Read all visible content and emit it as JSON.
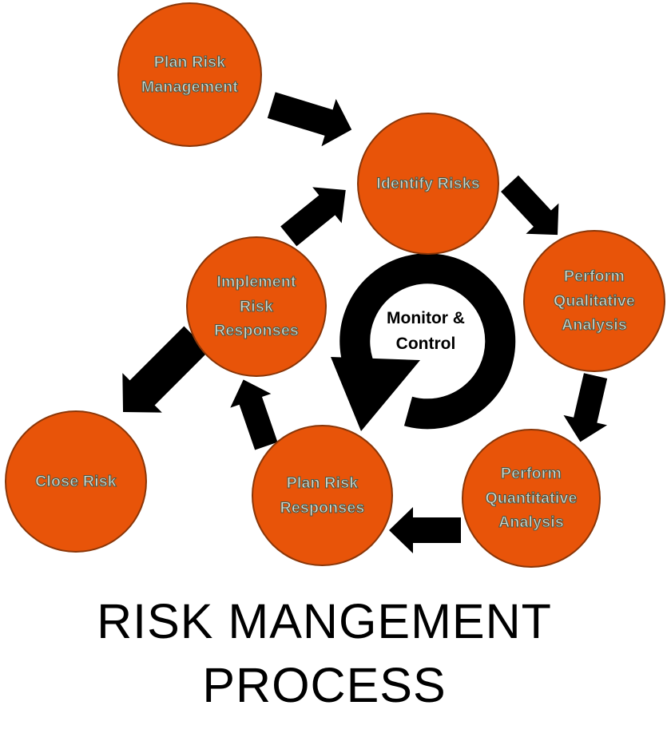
{
  "diagram": {
    "title_line1": "RISK MANGEMENT",
    "title_line2": "PROCESS",
    "center_label": "Monitor &\nControl",
    "colors": {
      "node_fill": "#E85409",
      "node_border": "#3C1E08",
      "arrow_black": "#000000",
      "node_text": "#D4D8CB",
      "title_text": "#000000",
      "background": "#FFFFFF"
    },
    "nodes": [
      {
        "id": "plan-risk-management",
        "label": "Plan Risk\nManagement"
      },
      {
        "id": "identify-risks",
        "label": "Identify Risks"
      },
      {
        "id": "perform-qualitative-analysis",
        "label": "Perform\nQualitative\nAnalysis"
      },
      {
        "id": "perform-quantitative-analysis",
        "label": "Perform\nQuantitative\nAnalysis"
      },
      {
        "id": "plan-risk-responses",
        "label": "Plan Risk\nResponses"
      },
      {
        "id": "implement-risk-responses",
        "label": "Implement\nRisk\nResponses"
      },
      {
        "id": "close-risk",
        "label": "Close Risk"
      }
    ],
    "arrows": [
      {
        "id": "arrow-plan-management-to-identify",
        "from": "plan-risk-management",
        "to": "identify-risks"
      },
      {
        "id": "arrow-identify-to-qualitative",
        "from": "identify-risks",
        "to": "perform-qualitative-analysis"
      },
      {
        "id": "arrow-qualitative-to-quantitative",
        "from": "perform-qualitative-analysis",
        "to": "perform-quantitative-analysis"
      },
      {
        "id": "arrow-quantitative-to-plan-responses",
        "from": "perform-quantitative-analysis",
        "to": "plan-risk-responses"
      },
      {
        "id": "arrow-plan-responses-to-implement",
        "from": "plan-risk-responses",
        "to": "implement-risk-responses"
      },
      {
        "id": "arrow-implement-to-identify",
        "from": "implement-risk-responses",
        "to": "identify-risks"
      },
      {
        "id": "arrow-implement-to-close",
        "from": "implement-risk-responses",
        "to": "close-risk"
      },
      {
        "id": "cycle-arrow-monitor-control",
        "from": "monitor-and-control loop",
        "to": "monitor-and-control loop"
      }
    ]
  }
}
